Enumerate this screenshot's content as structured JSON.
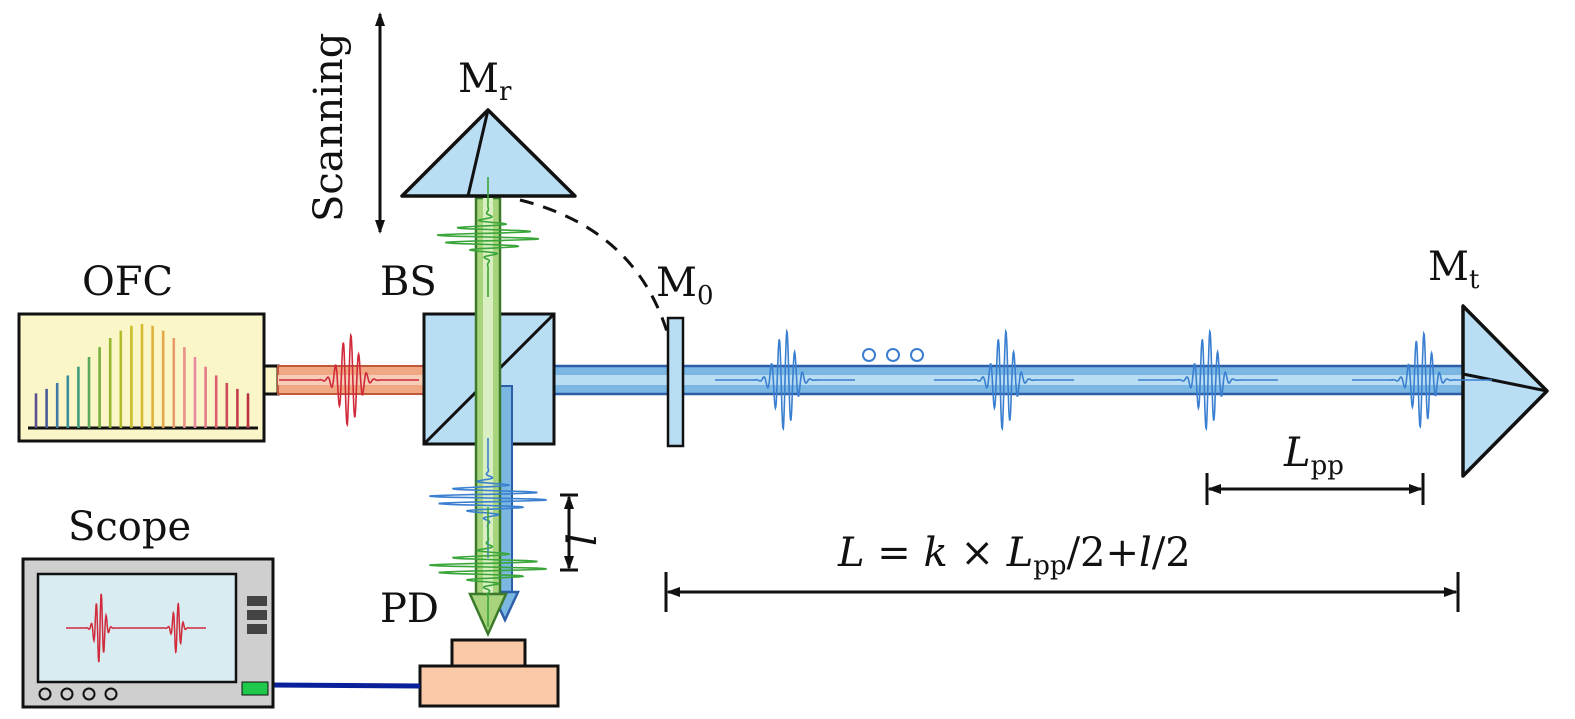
{
  "labels": {
    "scanning": "Scanning",
    "mr_main": "M",
    "mr_sub": "r",
    "ofc": "OFC",
    "bs": "BS",
    "m0_main": "M",
    "m0_sub": "0",
    "mt_main": "M",
    "mt_sub": "t",
    "scope": "Scope",
    "pd": "PD",
    "l_small": "l",
    "lpp_main": "L",
    "lpp_sub": "pp",
    "formula_L": "L",
    "formula_eq": " = ",
    "formula_k": "k",
    "formula_times": " × ",
    "formula_L2": "L",
    "formula_pp": "pp",
    "formula_div2": "/2+",
    "formula_l": "l",
    "formula_tail": "/2"
  },
  "colors": {
    "component_fill": "#b9ddf2",
    "ofc_fill": "#fbf6c8",
    "scope_body": "#cfcfcf",
    "scope_screen": "#d8ecf2",
    "pd_fill": "#f9c9a8",
    "blue_beam": "#7ab7e2",
    "green_beam": "#a9d47e",
    "red_beam": "#f0a882",
    "pulse_blue": "#3a7fd0",
    "pulse_green": "#3aa63a",
    "pulse_red": "#d12a3a",
    "cable": "#0a1f9a"
  },
  "ofc_comb": [
    "#5b4f8f",
    "#4a5d9a",
    "#3f7aa6",
    "#3b8f9c",
    "#3f9c7c",
    "#5aa85a",
    "#78b040",
    "#96b830",
    "#b3bd2c",
    "#c9bf2c",
    "#d6bc2e",
    "#dcb23a",
    "#e3a84b",
    "#e89a6a",
    "#ea8f8a",
    "#e88aa0",
    "#e27a8a",
    "#d86070",
    "#cf4b5a",
    "#c53c4c",
    "#bb3042"
  ],
  "pulse_groups": [
    {
      "axis": "horizontal",
      "color": "red"
    },
    {
      "axis": "horizontal",
      "color": "blue"
    },
    {
      "axis": "horizontal",
      "color": "blue"
    },
    {
      "axis": "horizontal",
      "color": "blue"
    },
    {
      "axis": "horizontal",
      "color": "blue"
    },
    {
      "axis": "vertical",
      "color": "green"
    },
    {
      "axis": "vertical",
      "color": "blue"
    },
    {
      "axis": "vertical",
      "color": "green"
    }
  ]
}
